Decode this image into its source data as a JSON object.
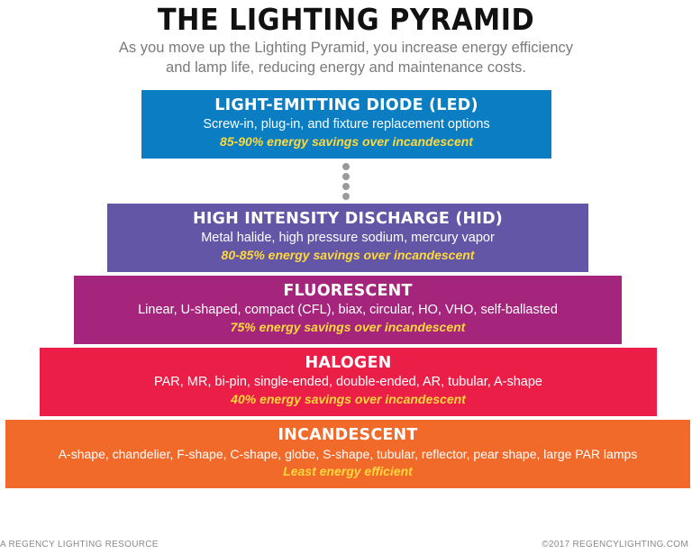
{
  "title": "THE LIGHTING PYRAMID",
  "subtitle_line1": "As you move up the Lighting Pyramid, you increase energy efficiency",
  "subtitle_line2": "and lamp life, reducing energy and maintenance costs.",
  "tiers": [
    {
      "name": "LIGHT-EMITTING DIODE (LED)",
      "description": "Screw-in, plug-in, and fixture replacement options",
      "savings": "85-90% energy savings over incandescent",
      "color": "#0a7dc3"
    },
    {
      "name": "HIGH INTENSITY DISCHARGE (HID)",
      "description": "Metal halide, high pressure sodium, mercury vapor",
      "savings": "80-85% energy savings over incandescent",
      "color": "#6356a6"
    },
    {
      "name": "FLUORESCENT",
      "description": "Linear, U-shaped, compact (CFL), biax, circular, HO, VHO, self-ballasted",
      "savings": "75% energy savings over incandescent",
      "color": "#a5257c"
    },
    {
      "name": "HALOGEN",
      "description": "PAR, MR, bi-pin, single-ended, double-ended, AR, tubular, A-shape",
      "savings": "40% energy savings over incandescent",
      "color": "#ea1e46"
    },
    {
      "name": "INCANDESCENT",
      "description": "A-shape, chandelier, F-shape, C-shape, globe, S-shape, tubular, reflector, pear shape, large PAR lamps",
      "savings": "Least energy efficient",
      "color": "#f26a2a"
    }
  ],
  "footer_left": "A REGENCY LIGHTING RESOURCE",
  "footer_right": "©2017 REGENCYLIGHTING.COM",
  "colors": {
    "savings_text": "#ffd93b",
    "title_text": "#111111",
    "subtitle_text": "#7a7a7a"
  }
}
